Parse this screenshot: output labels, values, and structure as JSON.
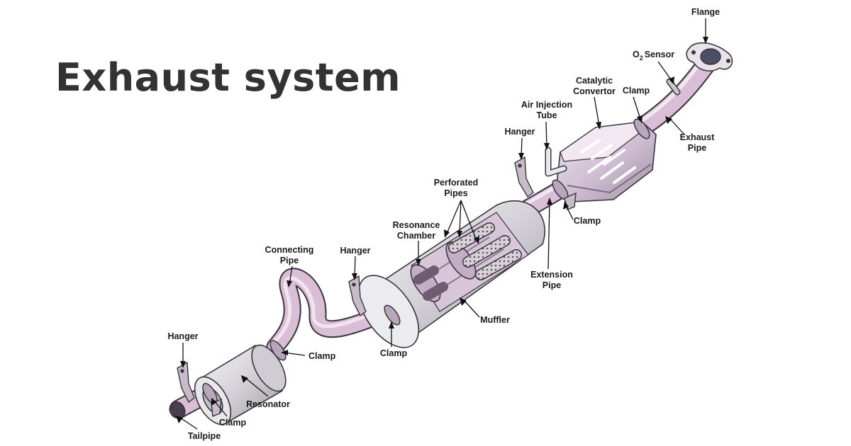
{
  "title": "Exhaust system",
  "colors": {
    "pipe": "#d9bed6",
    "pipe_light": "#f3e8f1",
    "pipe_dark": "#a98aa4",
    "metal": "#c8c8cc",
    "metal_light": "#f1f1f3",
    "perforated": "#cfc8cf",
    "text": "#333333"
  },
  "labels": {
    "flange": "Flange",
    "o2_sensor": "O",
    "o2_sensor_sub": "2",
    "o2_sensor_tail": "Sensor",
    "catalytic_l1": "Catalytic",
    "catalytic_l2": "Convertor",
    "clamp_top": "Clamp",
    "air_injection_l1": "Air Injection",
    "air_injection_l2": "Tube",
    "hanger_upper": "Hanger",
    "exhaust_pipe_l1": "Exhaust",
    "exhaust_pipe_l2": "Pipe",
    "perforated_l1": "Perforated",
    "perforated_l2": "Pipes",
    "clamp_mid": "Clamp",
    "resonance_l1": "Resonance",
    "resonance_l2": "Chamber",
    "connecting_l1": "Connecting",
    "connecting_l2": "Pipe",
    "hanger_mid": "Hanger",
    "extension_l1": "Extension",
    "extension_l2": "Pipe",
    "muffler": "Muffler",
    "hanger_lower": "Hanger",
    "clamp_connecting": "Clamp",
    "clamp_muffler": "Clamp",
    "resonator": "Resonator",
    "clamp_tail": "Clamp",
    "tailpipe": "Tailpipe"
  }
}
